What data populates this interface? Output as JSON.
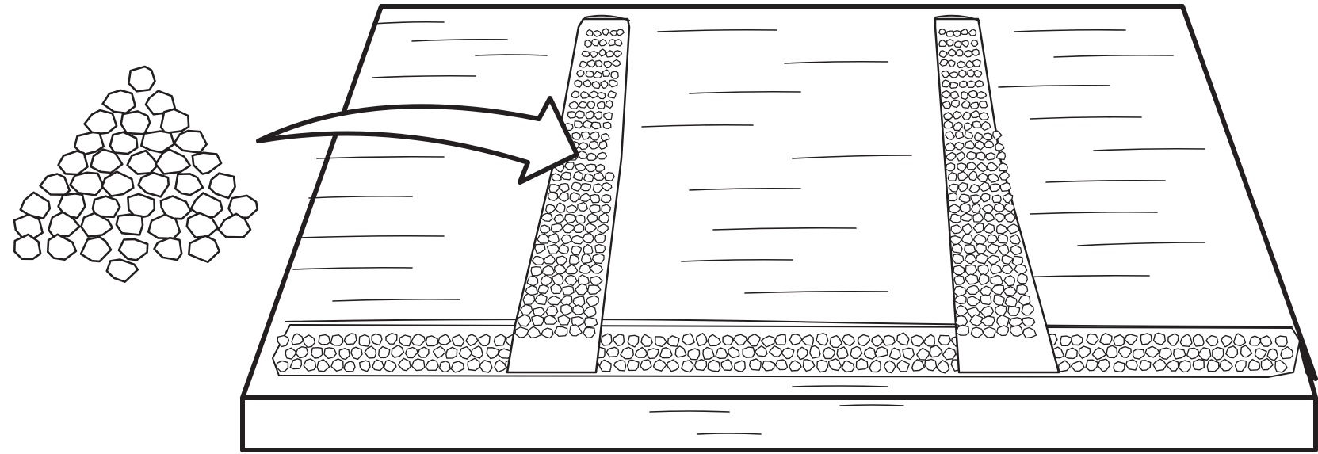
{
  "figure": {
    "description_text": "",
    "colors": {
      "ink": "#231f20",
      "paper": "#ffffff"
    },
    "elements": {
      "gravel_pile": {
        "icon": "gravel-pile-icon",
        "stone_count": 48
      },
      "arrow": {
        "icon": "curved-arrow-icon",
        "direction": "right-down"
      },
      "board": {
        "icon": "ground-slab-icon"
      },
      "trenches": [
        {
          "name": "left-vertical-trench",
          "icon": "gravel-trench-icon"
        },
        {
          "name": "right-vertical-trench",
          "icon": "gravel-trench-icon"
        },
        {
          "name": "horizontal-trench",
          "icon": "gravel-trench-icon"
        }
      ]
    }
  }
}
